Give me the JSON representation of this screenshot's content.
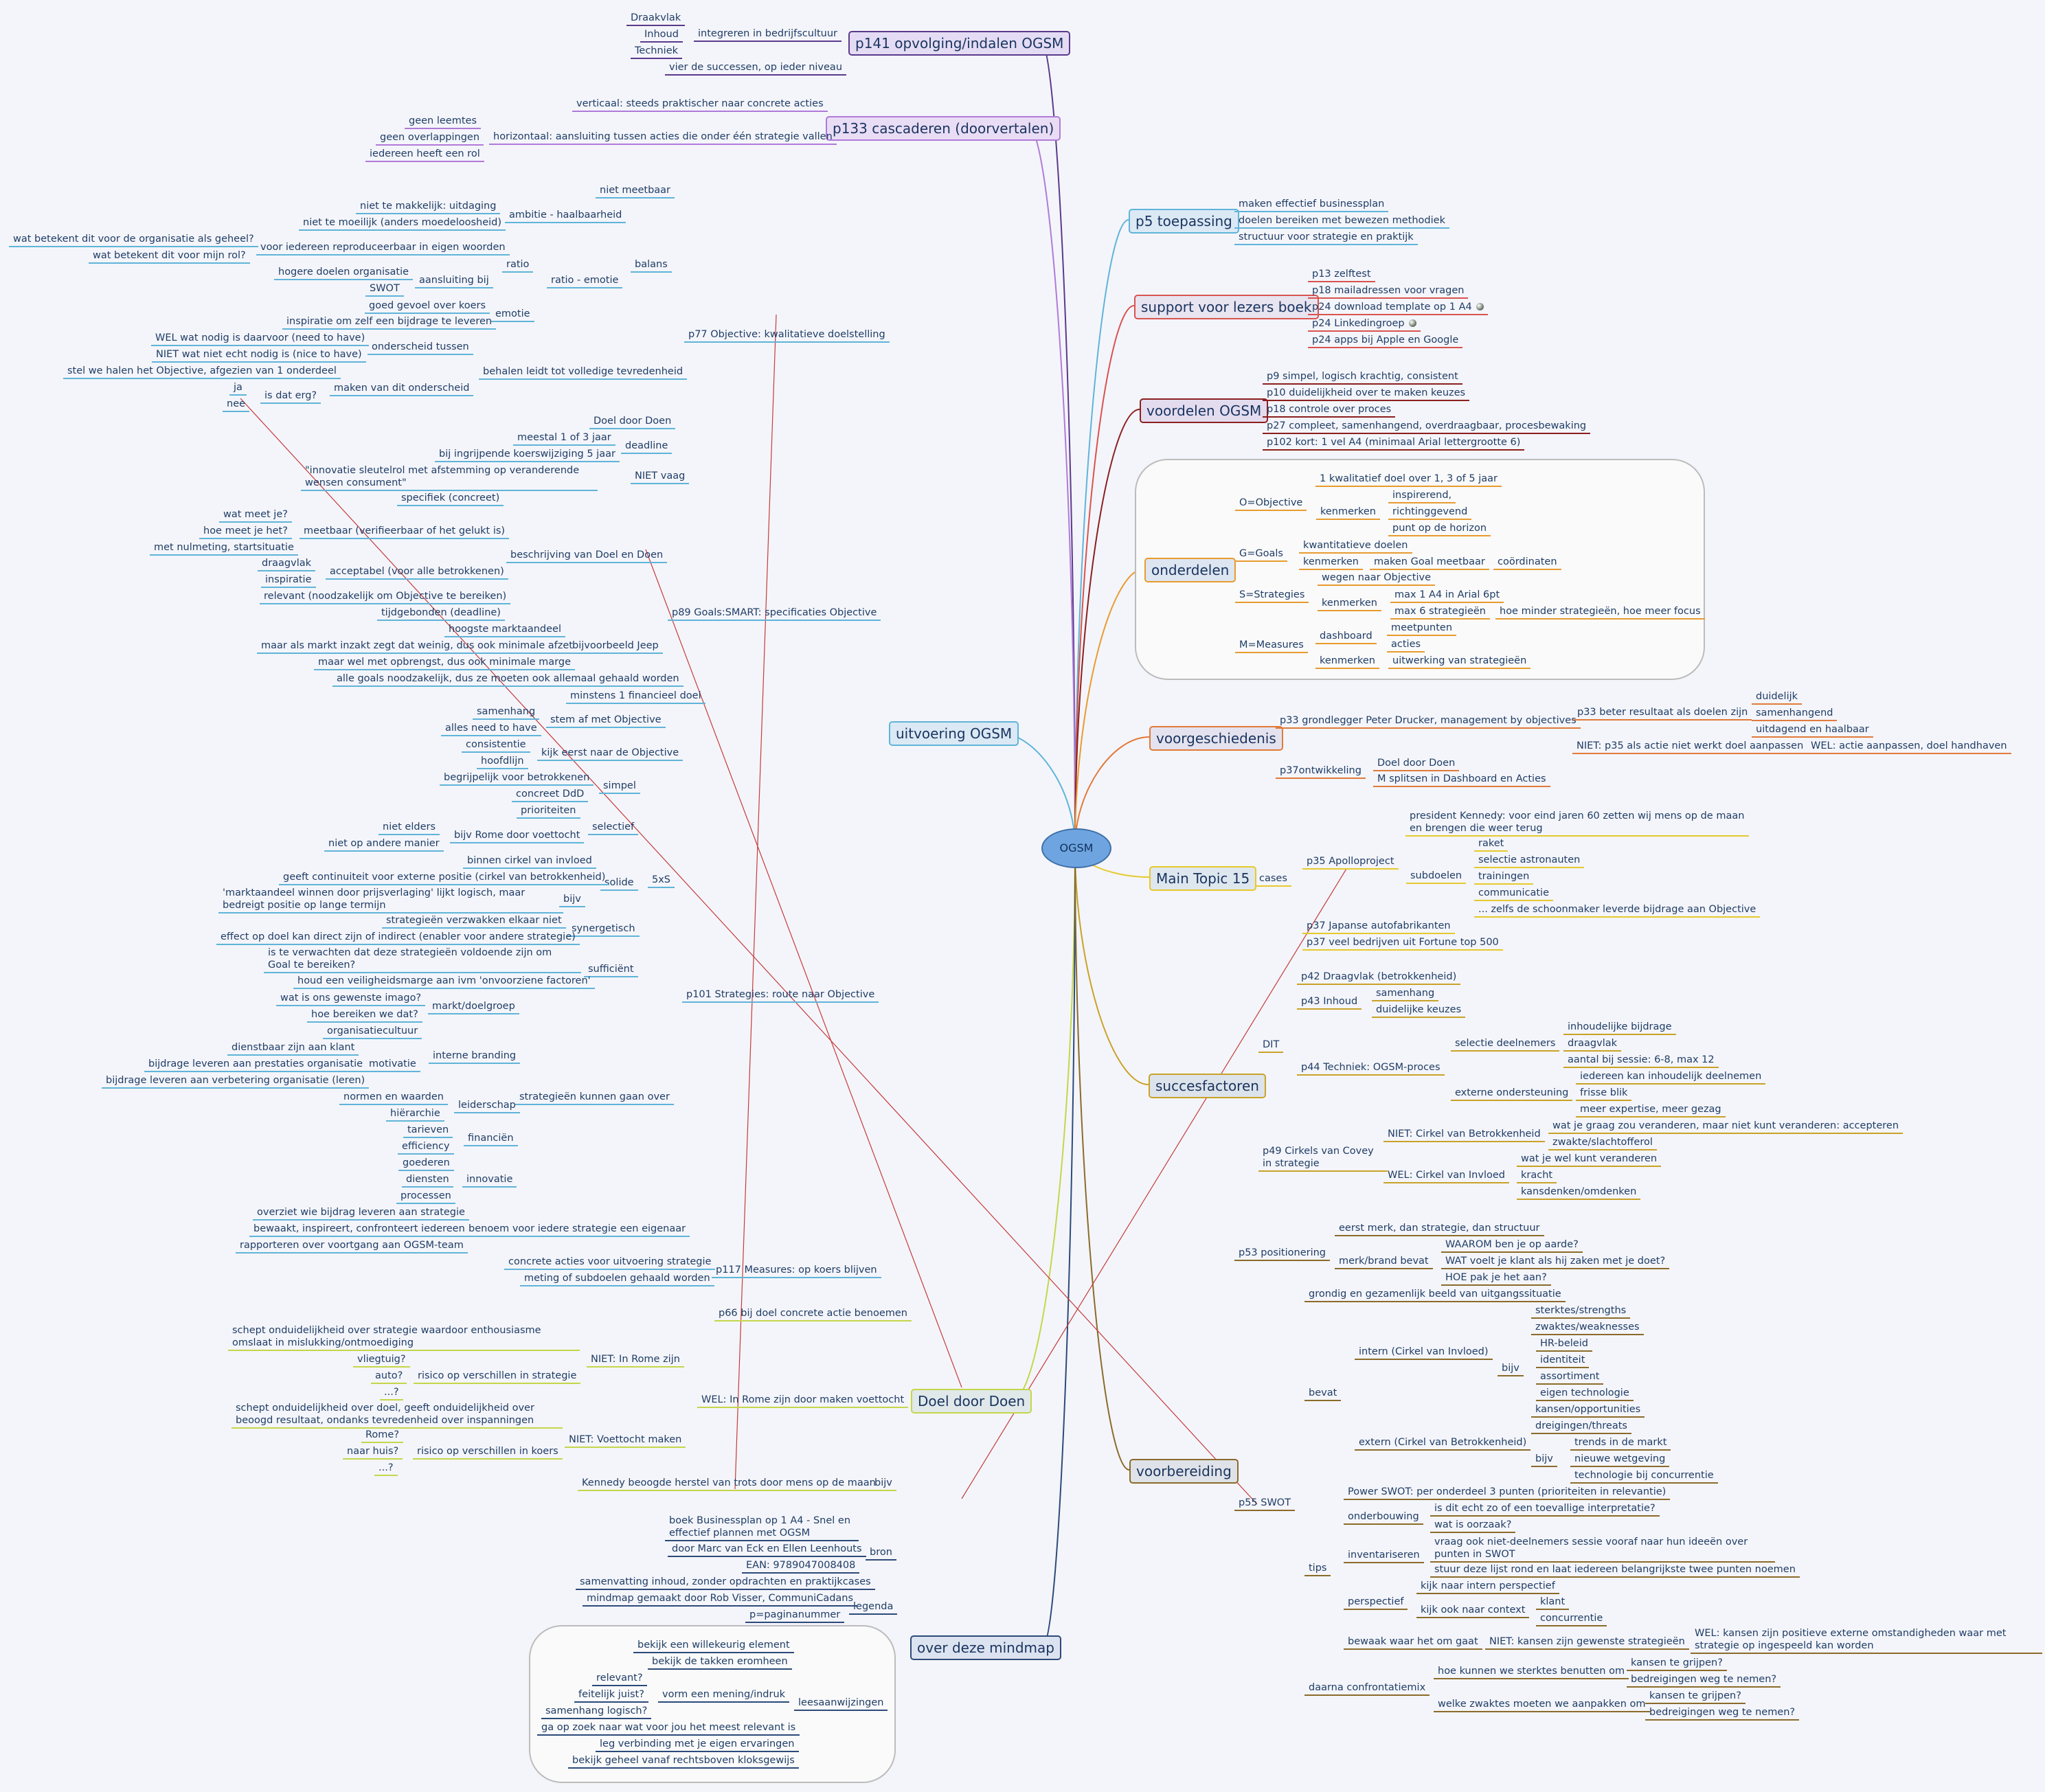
{
  "root": "OGSM",
  "palette": {
    "teal": "#5fb4d9",
    "red": "#d9534f",
    "darkred": "#8b1f1f",
    "purple": "#7a3fb0",
    "orange": "#e89b2f",
    "yellow": "#e6c92e",
    "gold": "#c9a227",
    "brown": "#8b6b2a",
    "olive": "#c4d64a",
    "navy": "#2c4a7a",
    "violet": "#5b3a8c"
  },
  "topics": {
    "t01": "p141 opvolging/indalen OGSM",
    "t02": "p133 cascaderen (doorvertalen)",
    "t03": "uitvoering OGSM",
    "t04": "Doel door Doen",
    "t05": "over deze mindmap",
    "t06": "p5 toepassing",
    "t07": "support voor lezers boek",
    "t08": "voordelen OGSM",
    "t09": "onderdelen",
    "t10": "voorgeschiedenis",
    "t11": "Main Topic 15",
    "t12": "succesfactoren",
    "t13": "voorbereiding"
  },
  "nodes": {
    "n001": "integreren in bedrijfscultuur",
    "n002": "Draakvlak",
    "n003": "Inhoud",
    "n004": "Techniek",
    "n005": "vier de successen, op ieder niveau",
    "n006": "verticaal: steeds praktischer naar concrete acties",
    "n007": "horizontaal: aansluiting tussen acties die onder één strategie vallen",
    "n008": "geen leemtes",
    "n009": "geen overlappingen",
    "n010": "iedereen heeft een rol",
    "n011": "p77 Objective: kwalitatieve doelstelling",
    "n012": "niet meetbaar",
    "n013": "balans",
    "n014": "ambitie - haalbaarheid",
    "n015": "niet te makkelijk: uitdaging",
    "n016": "niet te moeilijk (anders moedeloosheid)",
    "n017": "ratio - emotie",
    "n018": "ratio",
    "n019": "voor iedereen reproduceerbaar in eigen woorden",
    "n020": "wat betekent dit voor de organisatie als geheel?",
    "n021": "wat betekent dit voor mijn rol?",
    "n022": "aansluiting bij",
    "n023": "hogere doelen organisatie",
    "n024": "SWOT",
    "n025": "emotie",
    "n026": "goed gevoel over koers",
    "n027": "inspiratie om zelf een bijdrage te leveren",
    "n028": "behalen leidt tot volledige tevredenheid",
    "n029": "onderscheid tussen",
    "n030": "WEL wat nodig is daarvoor (need to have)",
    "n031": "NIET wat niet echt nodig is (nice to have)",
    "n032": "maken van dit onderscheid",
    "n033": "stel we halen het Objective, afgezien van 1 onderdeel",
    "n034": "is dat erg?",
    "n035": "ja",
    "n036": "nee",
    "n037": "Doel door Doen",
    "n038": "deadline",
    "n039": "meestal 1 of 3 jaar",
    "n040": "bij ingrijpende koerswijziging 5 jaar",
    "n041": "NIET vaag",
    "n042": "\"innovatie sleutelrol met afstemming op veranderende wensen consument\"",
    "n043": "p89 Goals:SMART: specificaties Objective",
    "n044": "beschrijving van Doel en Doen",
    "n045": "specifiek (concreet)",
    "n046": "meetbaar (verifieerbaar of het gelukt is)",
    "n047": "wat meet je?",
    "n048": "hoe meet je het?",
    "n049": "met nulmeting, startsituatie",
    "n050": "acceptabel (voor alle betrokkenen)",
    "n051": "draagvlak",
    "n052": "inspiratie",
    "n053": "relevant (noodzakelijk om Objective te bereiken)",
    "n054": "tijdgebonden (deadline)",
    "n055": "bijvoorbeeld Jeep",
    "n056": "hoogste marktaandeel",
    "n057": "maar als markt inzakt zegt dat weinig, dus ook minimale afzet",
    "n058": "maar wel met opbrengst, dus ook minimale marge",
    "n059": "alle goals noodzakelijk, dus ze moeten ook allemaal gehaald worden",
    "n060": "minstens 1 financieel doel",
    "n061": "stem af met Objective",
    "n062": "samenhang",
    "n063": "alles need to have",
    "n064": "p101 Strategies: route naar Objective",
    "n065": "kijk eerst naar de Objective",
    "n066": "consistentie",
    "n067": "hoofdlijn",
    "n068": "5xS",
    "n069": "simpel",
    "n070": "begrijpelijk voor betrokkenen",
    "n071": "concreet DdD",
    "n072": "selectief",
    "n073": "prioriteiten",
    "n074": "bijv Rome door voettocht",
    "n075": "niet elders",
    "n076": "niet op andere manier",
    "n077": "solide",
    "n078": "binnen cirkel van invloed",
    "n079": "geeft continuiteit voor externe positie (cirkel van betrokkenheid)",
    "n080": "bijv",
    "n081": "'marktaandeel winnen door prijsverlaging' lijkt logisch, maar bedreigt positie op lange termijn",
    "n082": "synergetisch",
    "n083": "strategieën verzwakken elkaar niet",
    "n084": "effect op doel kan direct zijn of indirect (enabler voor andere strategie)",
    "n085": "sufficiënt",
    "n086": "is te verwachten dat deze strategieën voldoende zijn om Goal te bereiken?",
    "n087": "houd een veiligheidsmarge aan ivm 'onvoorziene factoren'",
    "n088": "strategieën kunnen gaan over",
    "n089": "markt/doelgroep",
    "n090": "wat is ons gewenste imago?",
    "n091": "hoe bereiken we dat?",
    "n092": "interne branding",
    "n093": "organisatiecultuur",
    "n094": "motivatie",
    "n095": "dienstbaar zijn aan klant",
    "n096": "bijdrage leveren aan prestaties organisatie",
    "n097": "bijdrage leveren aan verbetering organisatie (leren)",
    "n098": "leiderschap",
    "n099": "normen en waarden",
    "n100": "hiërarchie",
    "n101": "financiën",
    "n102": "tarieven",
    "n103": "efficiency",
    "n104": "innovatie",
    "n105": "goederen",
    "n106": "diensten",
    "n107": "processen",
    "n108": "benoem voor iedere strategie een eigenaar",
    "n109": "overziet wie bijdrag leveren aan strategie",
    "n110": "bewaakt, inspireert, confronteert iedereen",
    "n111": "rapporteren over voortgang aan OGSM-team",
    "n112": "p117 Measures: op koers blijven",
    "n113": "concrete acties voor uitvoering strategie",
    "n114": "meting of subdoelen gehaald worden",
    "n115": "p66 bij doel concrete actie benoemen",
    "n116": "WEL: In Rome zijn door maken voettocht",
    "n117": "NIET: In Rome zijn",
    "n118": "schept onduidelijkheid over strategie waardoor enthousiasme omslaat in mislukking/ontmoediging",
    "n119": "risico op verschillen in strategie",
    "n120": "vliegtuig?",
    "n121": "auto?",
    "n122": "...?",
    "n123": "NIET: Voettocht maken",
    "n124": "schept onduidelijkheid over doel, geeft onduidelijkheid over beoogd resultaat, ondanks tevredenheid over inspanningen",
    "n125": "risico op verschillen in koers",
    "n126": "Rome?",
    "n127": "naar huis?",
    "n128": "...?",
    "n129": "bijv",
    "n130": "Kennedy beoogde herstel van trots door mens op de maan",
    "n131": "bron",
    "n132": "boek Businessplan op 1 A4 - Snel en effectief plannen met OGSM",
    "n133": "door Marc van Eck en Ellen Leenhouts",
    "n134": "EAN: 9789047008408",
    "n135": "samenvatting inhoud, zonder opdrachten en praktijkcases",
    "n136": "legenda",
    "n137": "mindmap gemaakt door Rob Visser, CommuniCadans",
    "n138": "p=paginanummer",
    "n139": "leesaanwijzingen",
    "n140": "bekijk een willekeurig element",
    "n141": "bekijk de takken eromheen",
    "n142": "vorm een mening/indruk",
    "n143": "relevant?",
    "n144": "feitelijk juist?",
    "n145": "samenhang logisch?",
    "n146": "ga op zoek naar wat voor jou het meest relevant is",
    "n147": "leg verbinding met je eigen ervaringen",
    "n148": "bekijk geheel vanaf rechtsboven kloksgewijs",
    "n149": "maken effectief businessplan",
    "n150": "doelen bereiken met bewezen methodiek",
    "n151": "structuur voor strategie en praktijk",
    "n152": "p13 zelftest",
    "n153": "p18 mailadressen voor vragen",
    "n154": "p24 download template op 1 A4",
    "n155": "p24 Linkedingroep",
    "n156": "p24 apps bij Apple en Google",
    "n157": "p9 simpel, logisch krachtig, consistent",
    "n158": "p10 duidelijkheid over te maken keuzes",
    "n159": "p18 controle over proces",
    "n160": "p27 compleet, samenhangend, overdraagbaar, procesbewaking",
    "n161": "p102 kort: 1 vel A4 (minimaal Arial lettergrootte 6)",
    "n162": "O=Objective",
    "n163": "1 kwalitatief doel over 1, 3 of 5 jaar",
    "n164": "kenmerken",
    "n165": "inspirerend,",
    "n166": "richtinggevend",
    "n167": "punt op de horizon",
    "n168": "G=Goals",
    "n169": "kwantitatieve doelen",
    "n170": "kenmerken",
    "n171": "maken Goal meetbaar",
    "n172": "coördinaten",
    "n173": "S=Strategies",
    "n174": "wegen naar Objective",
    "n175": "kenmerken",
    "n176": "max 1 A4 in Arial 6pt",
    "n177": "max 6 strategieën",
    "n178": "hoe minder strategieën, hoe meer focus",
    "n179": "M=Measures",
    "n180": "dashboard",
    "n181": "meetpunten",
    "n182": "acties",
    "n183": "kenmerken",
    "n184": "uitwerking van strategieën",
    "n185": "p33 grondlegger Peter Drucker, management by objectives",
    "n186": "p33 beter resultaat als doelen zijn",
    "n187": "duidelijk",
    "n188": "samenhangend",
    "n189": "uitdagend en haalbaar",
    "n190": "NIET: p35 als actie niet werkt doel aanpassen",
    "n191": "WEL: actie aanpassen, doel handhaven",
    "n192": "p37ontwikkeling",
    "n193": "Doel door Doen",
    "n194": "M splitsen in Dashboard en Acties",
    "n195": "cases",
    "n196": "p35 Apolloproject",
    "n197": "president Kennedy: voor eind jaren 60 zetten wij mens op de maan en brengen die weer terug",
    "n198": "subdoelen",
    "n199": "raket",
    "n200": "selectie astronauten",
    "n201": "trainingen",
    "n202": "communicatie",
    "n203": "... zelfs de schoonmaker leverde bijdrage aan Objective",
    "n204": "p37 Japanse autofabrikanten",
    "n205": "p37 veel bedrijven uit Fortune top 500",
    "n206": "DIT",
    "n207": "p42 Draagvlak (betrokkenheid)",
    "n208": "p43 Inhoud",
    "n209": "samenhang",
    "n210": "duidelijke keuzes",
    "n211": "p44 Techniek: OGSM-proces",
    "n212": "selectie deelnemers",
    "n213": "inhoudelijke bijdrage",
    "n214": "draagvlak",
    "n215": "aantal bij sessie: 6-8, max 12",
    "n216": "externe ondersteuning",
    "n217": "iedereen kan inhoudelijk deelnemen",
    "n218": "frisse blik",
    "n219": "meer expertise, meer gezag",
    "n220": "p49 Cirkels van Covey in strategie",
    "n221": "NIET: Cirkel van Betrokkenheid",
    "n222": "wat je graag zou veranderen, maar niet kunt veranderen: accepteren",
    "n223": "zwakte/slachtofferol",
    "n224": "WEL: Cirkel van Invloed",
    "n225": "wat je wel kunt veranderen",
    "n226": "kracht",
    "n227": "kansdenken/omdenken",
    "n228": "p53 positionering",
    "n229": "eerst merk, dan strategie, dan structuur",
    "n230": "merk/brand bevat",
    "n231": "WAAROM ben je op aarde?",
    "n232": "WAT voelt je klant als hij zaken met je doet?",
    "n233": "HOE pak je het aan?",
    "n234": "p55 SWOT",
    "n235": "grondig en gezamenlijk beeld van uitgangssituatie",
    "n236": "bevat",
    "n237": "intern (Cirkel van Invloed)",
    "n238": "sterktes/strengths",
    "n239": "zwaktes/weaknesses",
    "n240": "bijv",
    "n241": "HR-beleid",
    "n242": "identiteit",
    "n243": "assortiment",
    "n244": "eigen technologie",
    "n245": "extern (Cirkel van Betrokkenheid)",
    "n246": "kansen/opportunities",
    "n247": "dreigingen/threats",
    "n248": "bijv",
    "n249": "trends in de markt",
    "n250": "nieuwe wetgeving",
    "n251": "technologie bij concurrentie",
    "n252": "tips",
    "n253": "Power SWOT: per onderdeel 3 punten (prioriteiten in relevantie)",
    "n254": "onderbouwing",
    "n255": "is dit echt zo of een toevallige interpretatie?",
    "n256": "wat is oorzaak?",
    "n257": "inventariseren",
    "n258": "vraag ook niet-deelnemers sessie vooraf naar hun ideeën over punten in SWOT",
    "n259": "stuur deze lijst rond en laat iedereen belangrijkste twee punten noemen",
    "n260": "perspectief",
    "n261": "kijk naar intern perspectief",
    "n262": "kijk ook naar context",
    "n263": "klant",
    "n264": "concurrentie",
    "n265": "bewaak waar het om gaat",
    "n266": "NIET: kansen zijn gewenste strategieën",
    "n267": "WEL: kansen zijn positieve externe omstandigheden waar met strategie op ingespeeld kan worden",
    "n268": "daarna confrontatiemix",
    "n269": "hoe kunnen we sterktes benutten om",
    "n270": "kansen te grijpen?",
    "n271": "bedreigingen weg te nemen?",
    "n272": "welke zwaktes moeten we aanpakken om",
    "n273": "kansen te grijpen?",
    "n274": "bedreigingen weg te nemen?"
  }
}
